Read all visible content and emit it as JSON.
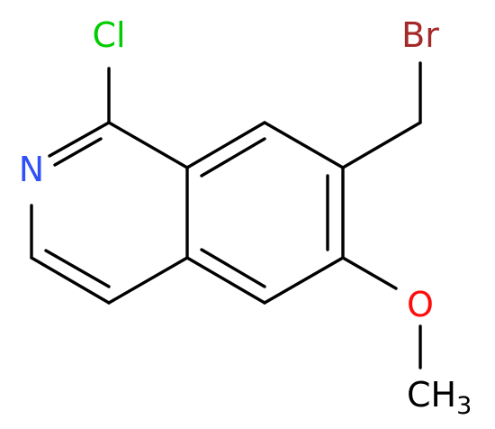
{
  "atoms": {
    "chlorine": {
      "text": "Cl",
      "color": "#00cc00"
    },
    "nitrogen": {
      "text": "N",
      "color": "#3050f8"
    },
    "bromine": {
      "text": "Br",
      "color": "#a62929"
    },
    "oxygen": {
      "text": "O",
      "color": "#ff0d0d"
    },
    "methyl": {
      "text": "CH",
      "subscript": "3",
      "color": "#000000"
    }
  },
  "colors": {
    "bond": "#000000",
    "background": "#ffffff"
  }
}
